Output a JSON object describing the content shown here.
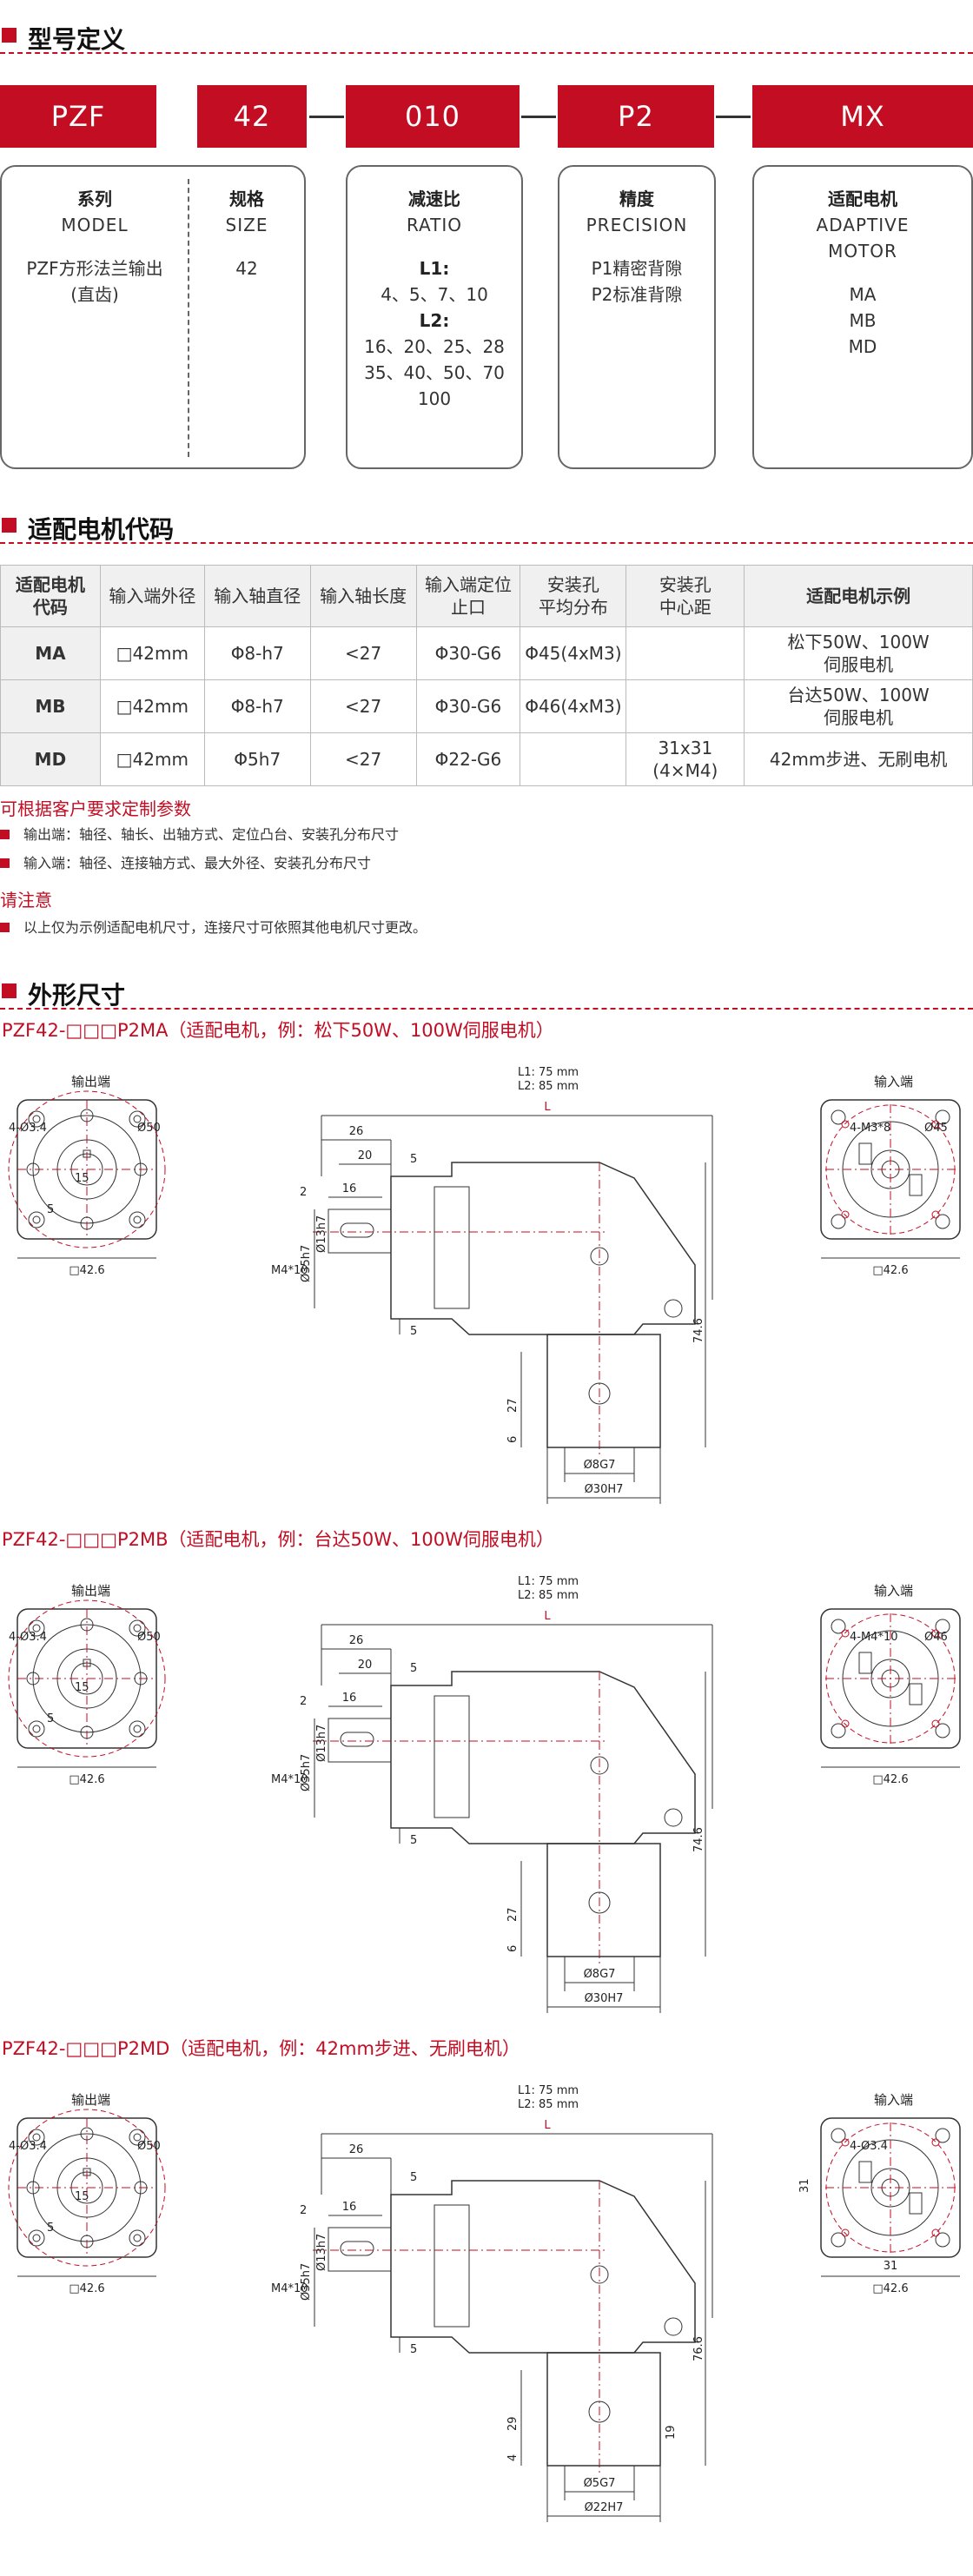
{
  "section1": {
    "title": "型号定义"
  },
  "codes": [
    "PZF",
    "42",
    "010",
    "P2",
    "MX"
  ],
  "definition": {
    "series": {
      "cn": "系列",
      "en": "MODEL",
      "value1": "PZF方形法兰输出",
      "value2": "(直齿)"
    },
    "size": {
      "cn": "规格",
      "en": "SIZE",
      "value": "42"
    },
    "ratio": {
      "cn": "减速比",
      "en": "RATIO",
      "l1_label": "L1:",
      "l1_values": "4、5、7、10",
      "l2_label": "L2:",
      "l2_line1": "16、20、25、28",
      "l2_line2": "35、40、50、70",
      "l2_line3": "100"
    },
    "precision": {
      "cn": "精度",
      "en": "PRECISION",
      "v1": "P1精密背隙",
      "v2": "P2标准背隙"
    },
    "motor": {
      "cn": "适配电机",
      "en1": "ADAPTIVE",
      "en2": "MOTOR",
      "v1": "MA",
      "v2": "MB",
      "v3": "MD"
    }
  },
  "section2": {
    "title": "适配电机代码"
  },
  "motor_table": {
    "headers": [
      [
        "适配电机",
        "代码"
      ],
      [
        "输入端外径"
      ],
      [
        "输入轴直径"
      ],
      [
        "输入轴长度"
      ],
      [
        "输入端定位",
        "止口"
      ],
      [
        "安装孔",
        "平均分布"
      ],
      [
        "安装孔",
        "中心距"
      ],
      [
        "适配电机示例"
      ]
    ],
    "rows": [
      {
        "code": "MA",
        "od": "□42mm",
        "shaft_d": "Φ8-h7",
        "shaft_l": "<27",
        "spigot": "Φ30-G6",
        "holes": "Φ45(4xM3)",
        "pitch1": "",
        "pitch2": "",
        "example1": "松下50W、100W",
        "example2": "伺服电机"
      },
      {
        "code": "MB",
        "od": "□42mm",
        "shaft_d": "Φ8-h7",
        "shaft_l": "<27",
        "spigot": "Φ30-G6",
        "holes": "Φ46(4xM3)",
        "pitch1": "",
        "pitch2": "",
        "example1": "台达50W、100W",
        "example2": "伺服电机"
      },
      {
        "code": "MD",
        "od": "□42mm",
        "shaft_d": "Φ5h7",
        "shaft_l": "<27",
        "spigot": "Φ22-G6",
        "holes": "",
        "pitch1": "31x31",
        "pitch2": "(4×M4)",
        "example1": "42mm步进、无刷电机",
        "example2": ""
      }
    ]
  },
  "notes": {
    "custom_title": "可根据客户要求定制参数",
    "custom_items": [
      "输出端：轴径、轴长、出轴方式、定位凸台、安装孔分布尺寸",
      "输入端：轴径、连接轴方式、最大外径、安装孔分布尺寸"
    ],
    "attention_title": "请注意",
    "attention_items": [
      "以上仅为示例适配电机尺寸，连接尺寸可依照其他电机尺寸更改。"
    ]
  },
  "section3": {
    "title": "外形尺寸"
  },
  "drawings": [
    {
      "title": "PZF42-□□□P2MA（适配电机，例：松下50W、100W伺服电机）",
      "out_label": "输出端",
      "in_label": "输入端",
      "out_holes": "4-Ø3.4",
      "out_pcd": "Ø50",
      "out_d15": "15",
      "out_d5": "5",
      "out_sq": "□42.6",
      "in_holes": "4-M3*8",
      "in_pcd": "Ø45",
      "in_sq": "□42.6",
      "in_side": "",
      "L1": "L1: 75  mm",
      "L2": "L2:  85  mm",
      "L": "L",
      "d26": "26",
      "d20": "20",
      "d16": "16",
      "d5a": "5",
      "d5b": "5",
      "d2": "2",
      "phi35": "Ø35h7",
      "phi13": "Ø13h7",
      "m4": "M4*10",
      "h_total": "74.6",
      "h_low": "27",
      "h_low2": "6",
      "h_right": "",
      "bore1": "Ø8G7",
      "bore2": "Ø30H7"
    },
    {
      "title": "PZF42-□□□P2MB（适配电机，例：台达50W、100W伺服电机）",
      "out_label": "输出端",
      "in_label": "输入端",
      "out_holes": "4-Ø3.4",
      "out_pcd": "Ø50",
      "out_d15": "15",
      "out_d5": "5",
      "out_sq": "□42.6",
      "in_holes": "4-M4*10",
      "in_pcd": "Ø46",
      "in_sq": "□42.6",
      "in_side": "",
      "L1": "L1: 75  mm",
      "L2": "L2:  85  mm",
      "L": "L",
      "d26": "26",
      "d20": "20",
      "d16": "16",
      "d5a": "5",
      "d5b": "5",
      "d2": "2",
      "phi35": "Ø35h7",
      "phi13": "Ø13h7",
      "m4": "M4*10",
      "h_total": "74.6",
      "h_low": "27",
      "h_low2": "6",
      "h_right": "",
      "bore1": "Ø8G7",
      "bore2": "Ø30H7"
    },
    {
      "title": "PZF42-□□□P2MD（适配电机，例：42mm步进、无刷电机）",
      "out_label": "输出端",
      "in_label": "输入端",
      "out_holes": "4-Ø3.4",
      "out_pcd": "Ø50",
      "out_d15": "15",
      "out_d5": "5",
      "out_sq": "□42.6",
      "in_holes": "4-Ø3.4",
      "in_pcd": "",
      "in_sq": "□42.6",
      "in_side": "31",
      "L1": "L1: 75  mm",
      "L2": "L2:  85  mm",
      "L": "L",
      "d26": "26",
      "d20": "",
      "d16": "16",
      "d5a": "5",
      "d5b": "5",
      "d2": "2",
      "phi35": "Ø35h7",
      "phi13": "Ø13h7",
      "m4": "M4*10",
      "h_total": "76.6",
      "h_low": "29",
      "h_low2": "4",
      "h_right": "19",
      "bore1": "Ø5G7",
      "bore2": "Ø22H7"
    }
  ],
  "colors": {
    "accent": "#c30d23",
    "line": "#333333",
    "center_line": "#c30d23"
  }
}
